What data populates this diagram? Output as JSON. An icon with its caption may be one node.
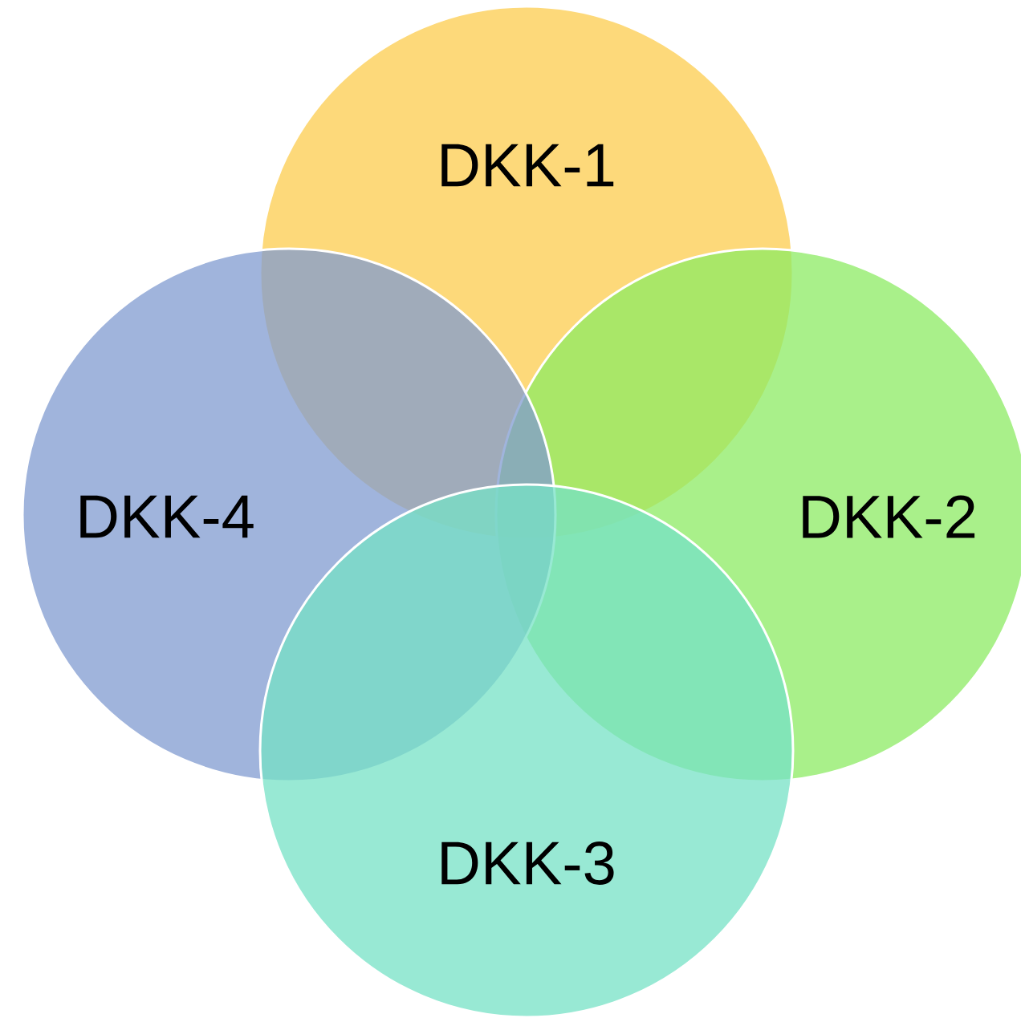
{
  "diagram": {
    "nodes": [
      {
        "text": [
          "DKK-1"
        ]
      },
      {
        "text": [
          "DKK-2"
        ]
      },
      {
        "text": [
          "DKK-3"
        ]
      },
      {
        "text": [
          "DKK-4"
        ]
      }
    ]
  }
}
